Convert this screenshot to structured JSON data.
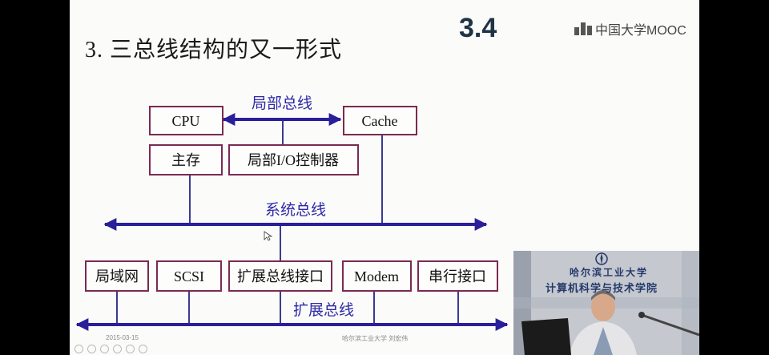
{
  "slide": {
    "title": "3. 三总线结构的又一形式",
    "section_number": "3.4",
    "logo_text": "中国大学MOOC",
    "footer_date": "2015-03-15",
    "footer_org": "哈尔滨工业大学   刘宏伟"
  },
  "diagram": {
    "buses": {
      "local": "局部总线",
      "system": "系统总线",
      "expansion": "扩展总线"
    },
    "components": {
      "cpu": "CPU",
      "cache": "Cache",
      "memory": "主存",
      "local_io": "局部I/O控制器",
      "lan": "局域网",
      "scsi": "SCSI",
      "expansion_interface": "扩展总线接口",
      "modem": "Modem",
      "serial": "串行接口"
    }
  },
  "video": {
    "school_name": "哈尔滨工业大学",
    "department": "计算机科学与技术学院"
  },
  "colors": {
    "bus": "#2a1f9a",
    "box_border": "#7b2a52",
    "bus_label": "#2e2aa8"
  }
}
